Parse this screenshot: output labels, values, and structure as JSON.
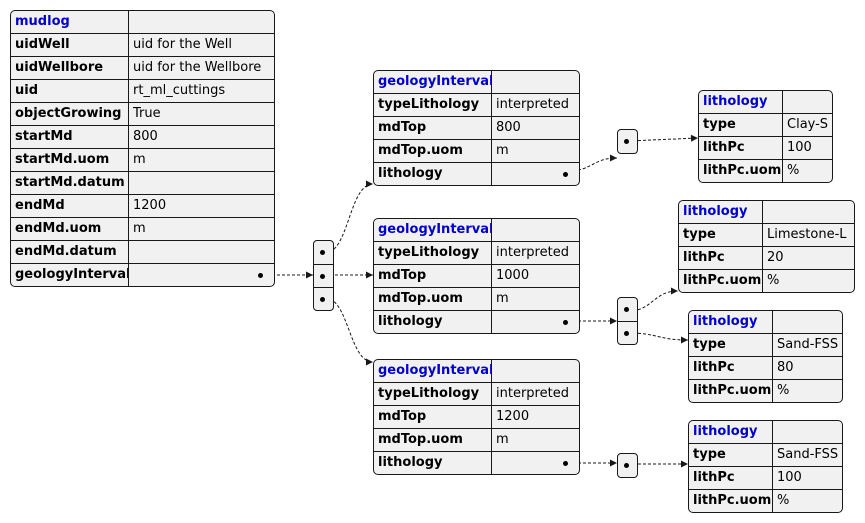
{
  "mudlog": {
    "header": "mudlog",
    "rows": [
      [
        "uidWell",
        "uid for the Well"
      ],
      [
        "uidWellbore",
        "uid for the Wellbore"
      ],
      [
        "uid",
        "rt_ml_cuttings"
      ],
      [
        "objectGrowing",
        "True"
      ],
      [
        "startMd",
        "800"
      ],
      [
        "startMd.uom",
        "m"
      ],
      [
        "startMd.datum",
        ""
      ],
      [
        "endMd",
        "1200"
      ],
      [
        "endMd.uom",
        "m"
      ],
      [
        "endMd.datum",
        ""
      ],
      [
        "geologyInterval",
        ""
      ]
    ]
  },
  "geology_intervals": [
    {
      "header": "geologyInterval",
      "rows": [
        [
          "typeLithology",
          "interpreted"
        ],
        [
          "mdTop",
          "800"
        ],
        [
          "mdTop.uom",
          "m"
        ],
        [
          "lithology",
          ""
        ]
      ],
      "lithologies": [
        {
          "header": "lithology",
          "rows": [
            [
              "type",
              "Clay-S"
            ],
            [
              "lithPc",
              "100"
            ],
            [
              "lithPc.uom",
              "%"
            ]
          ]
        }
      ]
    },
    {
      "header": "geologyInterval",
      "rows": [
        [
          "typeLithology",
          "interpreted"
        ],
        [
          "mdTop",
          "1000"
        ],
        [
          "mdTop.uom",
          "m"
        ],
        [
          "lithology",
          ""
        ]
      ],
      "lithologies": [
        {
          "header": "lithology",
          "rows": [
            [
              "type",
              "Limestone-L"
            ],
            [
              "lithPc",
              "20"
            ],
            [
              "lithPc.uom",
              "%"
            ]
          ]
        },
        {
          "header": "lithology",
          "rows": [
            [
              "type",
              "Sand-FSS"
            ],
            [
              "lithPc",
              "80"
            ],
            [
              "lithPc.uom",
              "%"
            ]
          ]
        }
      ]
    },
    {
      "header": "geologyInterval",
      "rows": [
        [
          "typeLithology",
          "interpreted"
        ],
        [
          "mdTop",
          "1200"
        ],
        [
          "mdTop.uom",
          "m"
        ],
        [
          "lithology",
          ""
        ]
      ],
      "lithologies": [
        {
          "header": "lithology",
          "rows": [
            [
              "type",
              "Sand-FSS"
            ],
            [
              "lithPc",
              "100"
            ],
            [
              "lithPc.uom",
              "%"
            ]
          ]
        }
      ]
    }
  ]
}
